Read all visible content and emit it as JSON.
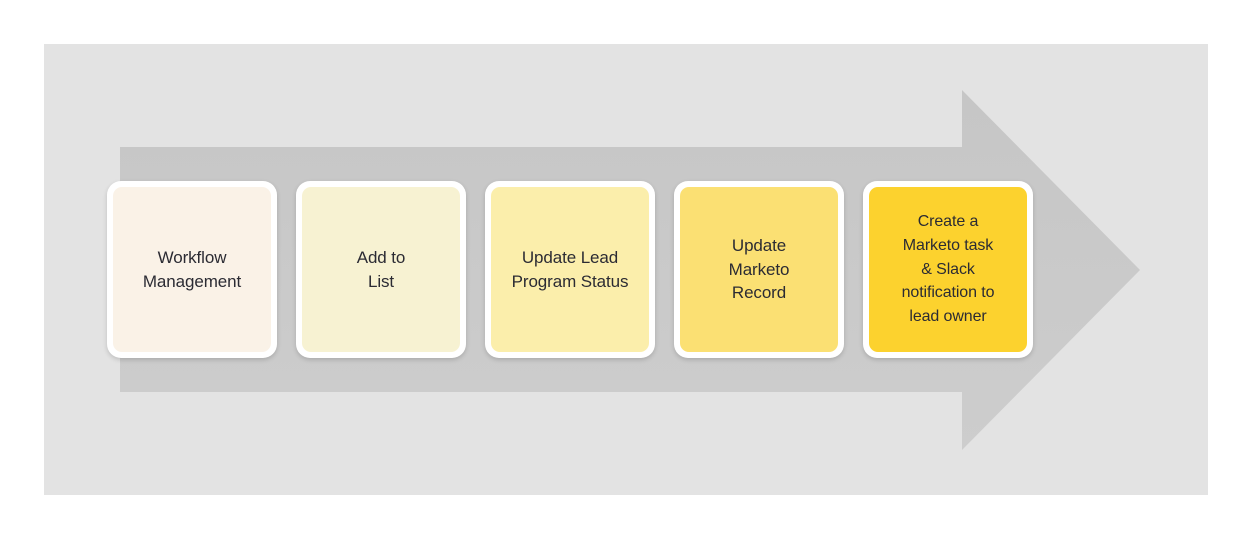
{
  "diagram": {
    "title": "Workflow process arrow",
    "type": "process-arrow",
    "background_color": "#ffffff",
    "panel_color": "#e3e3e3",
    "arrow_color": "#c9c9c9",
    "text_color": "#2b2b33",
    "arrow_direction": "right",
    "step_count": 5,
    "steps": [
      {
        "index": 1,
        "label": "Workflow\nManagement",
        "fill": "#faf2e7",
        "frame": "#ffffff"
      },
      {
        "index": 2,
        "label": "Add to\nList",
        "fill": "#f7f2d2",
        "frame": "#ffffff"
      },
      {
        "index": 3,
        "label": "Update Lead\nProgram Status",
        "fill": "#fbeeab",
        "frame": "#ffffff"
      },
      {
        "index": 4,
        "label": "Update\nMarketo\nRecord",
        "fill": "#fbe073",
        "frame": "#ffffff"
      },
      {
        "index": 5,
        "label": "Create a\nMarketo task\n& Slack\nnotification to\nlead owner",
        "fill": "#fcd22e",
        "frame": "#ffffff"
      }
    ]
  }
}
